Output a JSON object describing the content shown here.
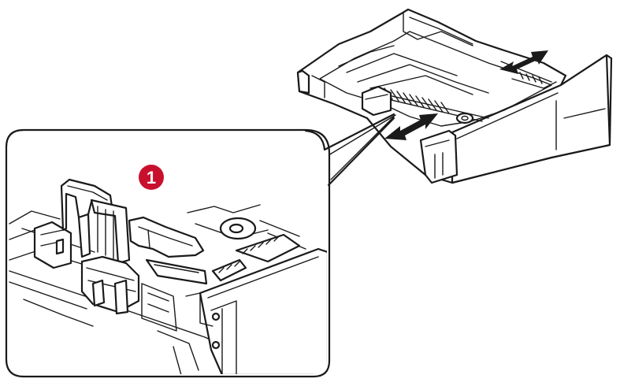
{
  "callout": {
    "step_number": "1",
    "badge_color": "#c8102e"
  },
  "arrows": {
    "color": "#1a1a1a",
    "count": 2
  },
  "icons": [
    "paper-tray-illustration",
    "paper-guide-closeup",
    "double-headed-arrow-icon",
    "step-number-badge"
  ]
}
